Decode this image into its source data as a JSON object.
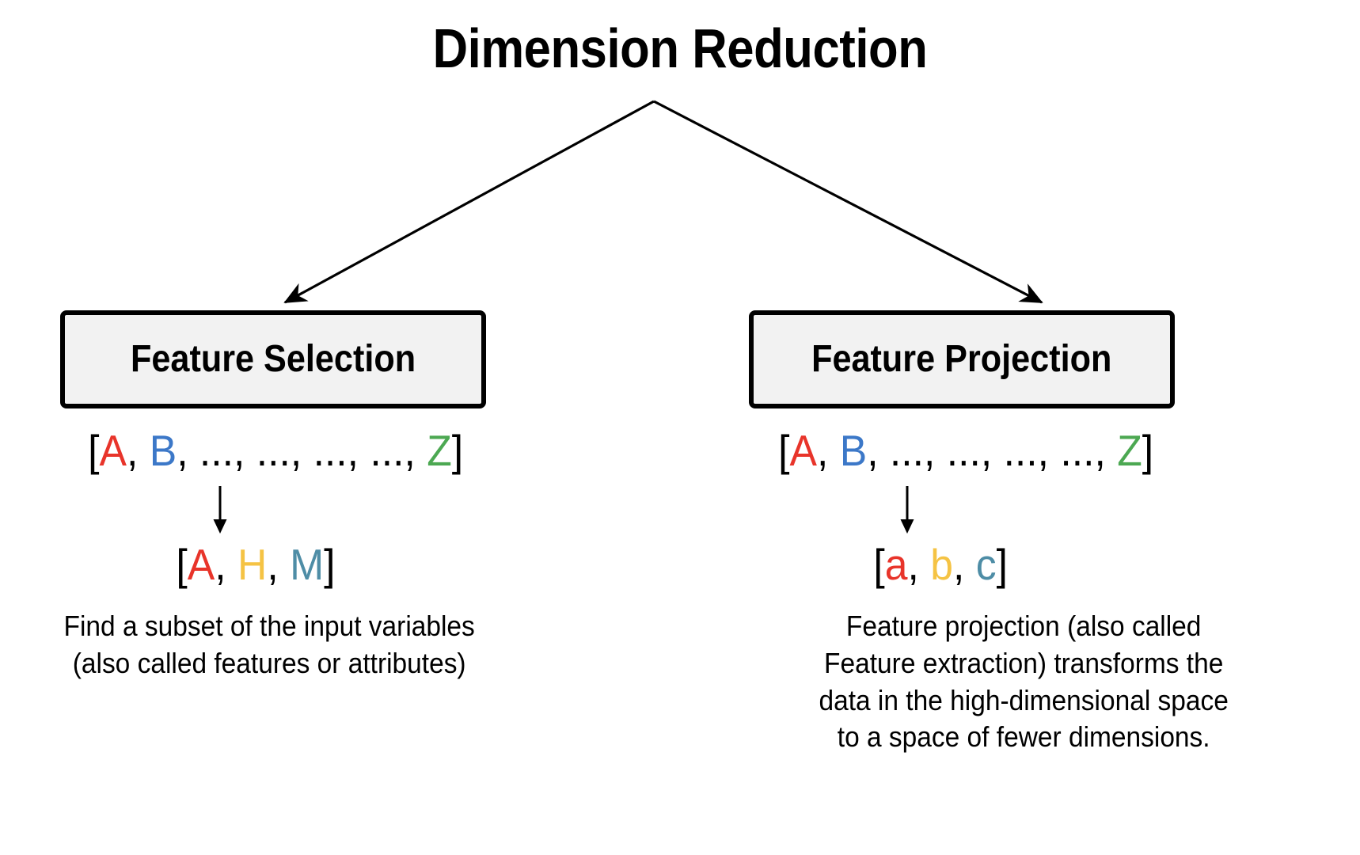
{
  "diagram": {
    "title": "Dimension Reduction",
    "colors": {
      "red": "#e8342a",
      "blue": "#3c78c8",
      "green": "#4ca852",
      "yellow": "#f5c344",
      "teal": "#4e8da6",
      "black": "#000000",
      "box_fill": "#f2f2f2",
      "box_border": "#000000",
      "background": "#ffffff"
    },
    "branches": [
      {
        "id": "feature-selection",
        "label": "Feature Selection",
        "input_list": {
          "open": "[",
          "close": "]",
          "separator": ", ",
          "tokens": [
            {
              "text": "A",
              "color": "#e8342a"
            },
            {
              "text": "B",
              "color": "#3c78c8"
            },
            {
              "text": "...",
              "color": "#000000"
            },
            {
              "text": "...",
              "color": "#000000"
            },
            {
              "text": "...",
              "color": "#000000"
            },
            {
              "text": "...",
              "color": "#000000"
            },
            {
              "text": "Z",
              "color": "#4ca852"
            }
          ]
        },
        "output_list": {
          "open": "[",
          "close": "]",
          "separator": ", ",
          "tokens": [
            {
              "text": "A",
              "color": "#e8342a"
            },
            {
              "text": "H",
              "color": "#f5c344"
            },
            {
              "text": "M",
              "color": "#4e8da6"
            }
          ]
        },
        "caption": "Find a subset of the input variables\n(also called features or attributes)"
      },
      {
        "id": "feature-projection",
        "label": "Feature Projection",
        "input_list": {
          "open": "[",
          "close": "]",
          "separator": ", ",
          "tokens": [
            {
              "text": "A",
              "color": "#e8342a"
            },
            {
              "text": "B",
              "color": "#3c78c8"
            },
            {
              "text": "...",
              "color": "#000000"
            },
            {
              "text": "...",
              "color": "#000000"
            },
            {
              "text": "...",
              "color": "#000000"
            },
            {
              "text": "...",
              "color": "#000000"
            },
            {
              "text": "Z",
              "color": "#4ca852"
            }
          ]
        },
        "output_list": {
          "open": "[",
          "close": "]",
          "separator": ", ",
          "tokens": [
            {
              "text": "a",
              "color": "#e8342a"
            },
            {
              "text": "b",
              "color": "#f5c344"
            },
            {
              "text": "c",
              "color": "#4e8da6"
            }
          ]
        },
        "caption": "Feature projection (also called\nFeature extraction) transforms the\ndata in the high-dimensional space\nto a space of fewer dimensions."
      }
    ]
  }
}
